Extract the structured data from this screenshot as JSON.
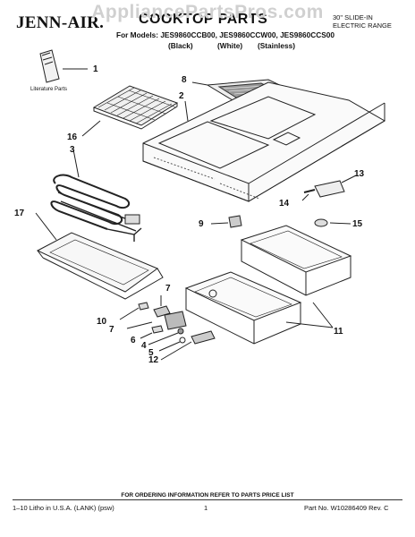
{
  "watermark": "AppliancePartsPros.com",
  "header": {
    "logo": "JENN-AIR.",
    "title": "COOKTOP PARTS",
    "models_line": "For Models: JES9860CCB00, JES9860CCW00, JES9860CCS00",
    "finish_black": "(Black)",
    "finish_white": "(White)",
    "finish_stainless": "(Stainless)",
    "range_line1": "30\" SLIDE-IN",
    "range_line2": "ELECTRIC RANGE"
  },
  "diagram": {
    "literature_label": "Literature Parts",
    "callouts": [
      "1",
      "8",
      "2",
      "16",
      "3",
      "13",
      "14",
      "9",
      "15",
      "17",
      "7",
      "10",
      "7",
      "6",
      "4",
      "5",
      "12",
      "11"
    ]
  },
  "footer": {
    "ordering_note": "FOR ORDERING INFORMATION REFER TO PARTS PRICE LIST",
    "left": "1–10 Litho in U.S.A. (LANK) (psw)",
    "page": "1",
    "right": "Part No. W10286409 Rev. C"
  }
}
